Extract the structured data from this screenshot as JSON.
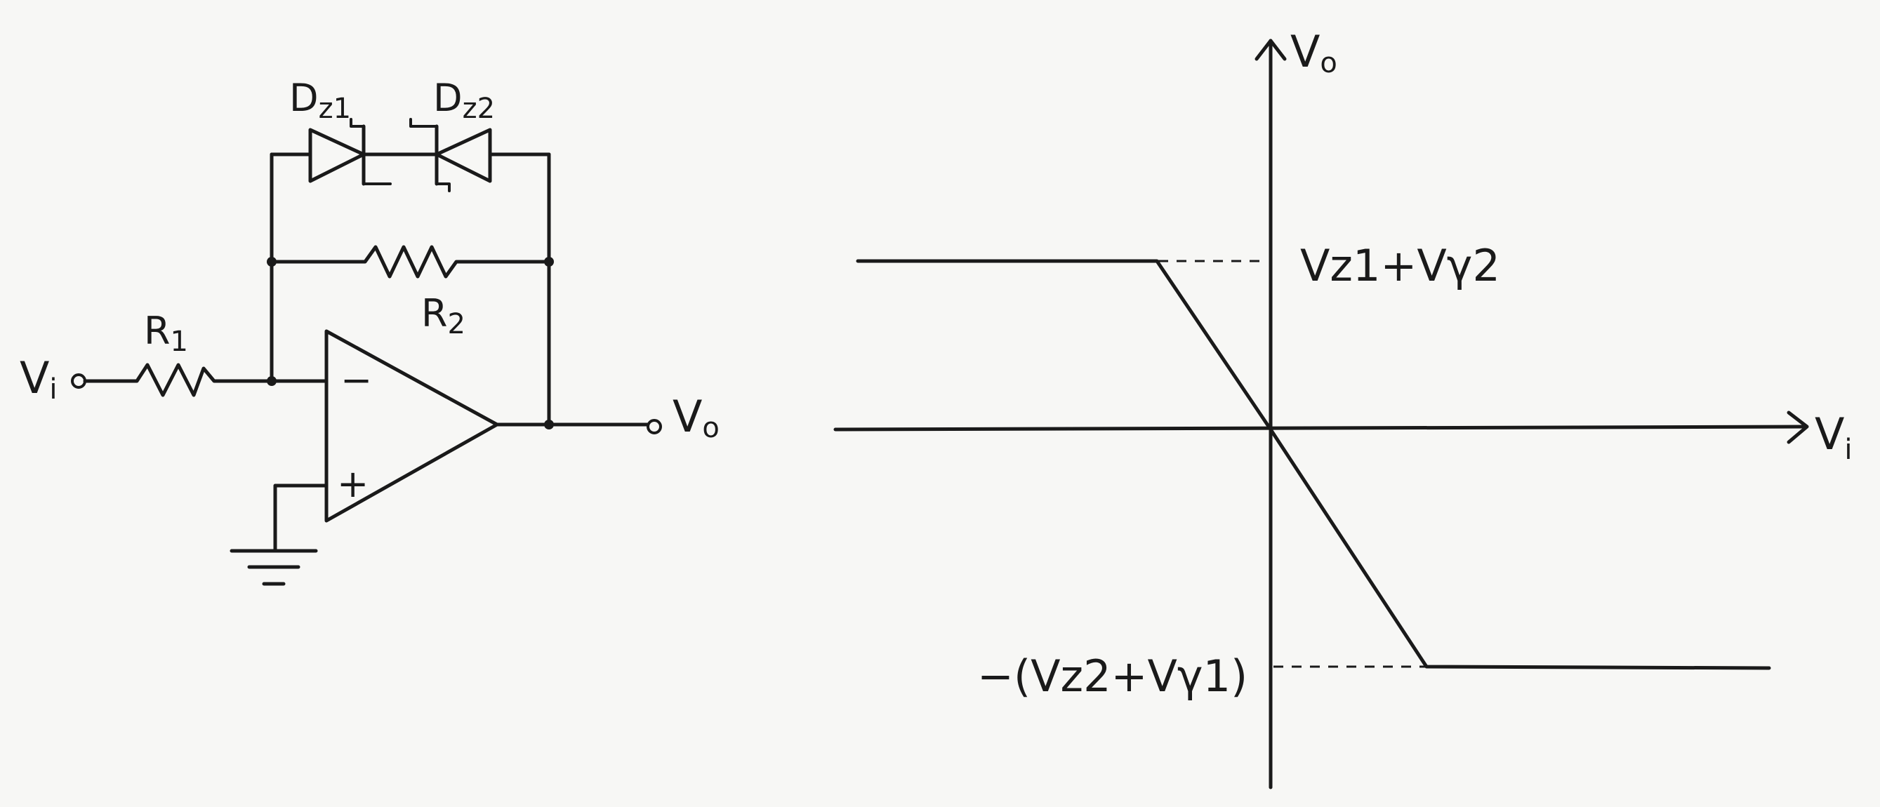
{
  "circuit": {
    "input_label": "V",
    "input_sub": "i",
    "output_label": "V",
    "output_sub": "o",
    "r1_label": "R",
    "r1_sub": "1",
    "r2_label": "R",
    "r2_sub": "2",
    "dz1_label": "D",
    "dz1_sub": "z1",
    "dz2_label": "D",
    "dz2_sub": "z2",
    "minus_sign": "−",
    "plus_sign": "+"
  },
  "graph": {
    "y_axis_label": "V",
    "y_axis_sub": "o",
    "x_axis_label": "V",
    "x_axis_sub": "i",
    "upper_level_label": "Vz1+Vγ2",
    "lower_level_label": "−(Vz2+Vγ1)"
  }
}
